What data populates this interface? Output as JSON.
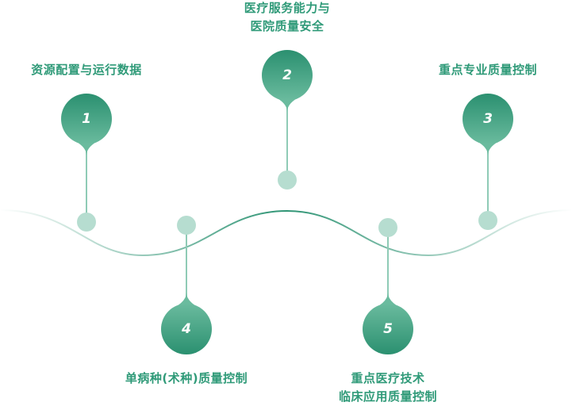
{
  "colors": {
    "primary": "#2e9474",
    "light": "#b6ddd0",
    "text": "#2f9a78"
  },
  "nodes": [
    {
      "number": "1",
      "lines": [
        "资源配置与运行数据"
      ]
    },
    {
      "number": "2",
      "lines": [
        "医疗服务能力与",
        "医院质量安全"
      ]
    },
    {
      "number": "3",
      "lines": [
        "重点专业质量控制"
      ]
    },
    {
      "number": "4",
      "lines": [
        "单病种(术种)质量控制"
      ]
    },
    {
      "number": "5",
      "lines": [
        "重点医疗技术",
        "临床应用质量控制"
      ]
    }
  ]
}
